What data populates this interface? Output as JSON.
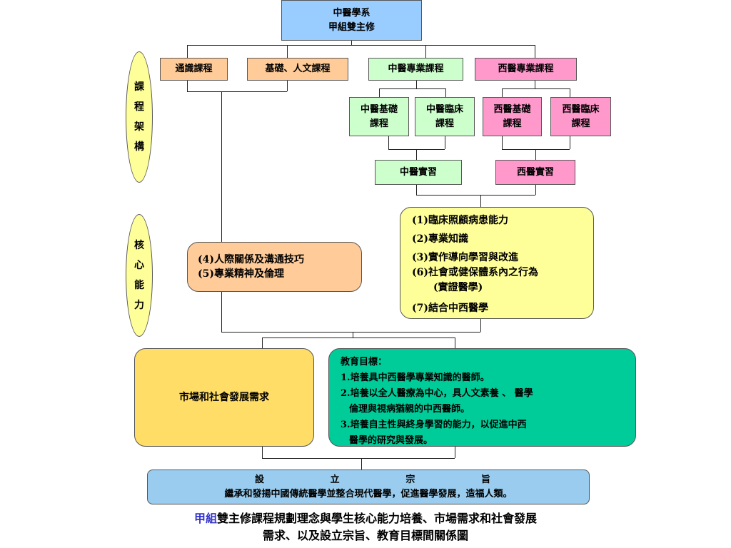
{
  "top_box": {
    "line1": "中醫學系",
    "line2": "甲組雙主修"
  },
  "course_labels": {
    "general": "通識課程",
    "basic_humanities": "基礎、人文課程",
    "tcm_professional": "中醫專業課程",
    "wm_professional": "西醫專業課程",
    "tcm_basic": [
      "中醫基礎",
      "課程"
    ],
    "tcm_clinical": [
      "中醫臨床",
      "課程"
    ],
    "wm_basic": [
      "西醫基礎",
      "課程"
    ],
    "wm_clinical": [
      "西醫臨床",
      "課程"
    ],
    "tcm_internship": "中醫實習",
    "wm_internship": "西醫實習"
  },
  "side_oval_1": [
    "課",
    "程",
    "架",
    "構"
  ],
  "side_oval_2": [
    "核",
    "心",
    "能",
    "力"
  ],
  "competencies_left": [
    "(4)人際關係及溝通技巧",
    "(5)專業精神及倫理"
  ],
  "competencies_right": [
    "(1)臨床照顧病患能力",
    "(2)專業知識",
    "(3)實作導向學習與改進",
    "(6)社會或健保體系內之行為",
    "(實證醫學)",
    "(7)結合中西醫學"
  ],
  "market_box": "市場和社會發展需求",
  "education_goals": {
    "title": "教育目標：",
    "lines": [
      "1.培養具中西醫學專業知識的醫師。",
      "2.培養以全人醫療為中心，具人文素養 、 醫學",
      "倫理與視病猶親的中西醫師。",
      "3.培養自主性與終身學習的能力，以促進中西",
      "醫學的研究與發展。"
    ]
  },
  "mission": {
    "title_chars": [
      "設",
      "立",
      "宗",
      "旨"
    ],
    "text": "繼承和發揚中國傳統醫學並整合現代醫學，促進醫學發展，造福人類。"
  },
  "caption": {
    "highlight": "甲組",
    "line1_rest": "雙主修課程規劃理念與學生核心能力培養、市場需求和社會發展",
    "line2": "需求、以及設立宗旨、教育目標間關係圖",
    "highlight_color": "#3333cc"
  }
}
